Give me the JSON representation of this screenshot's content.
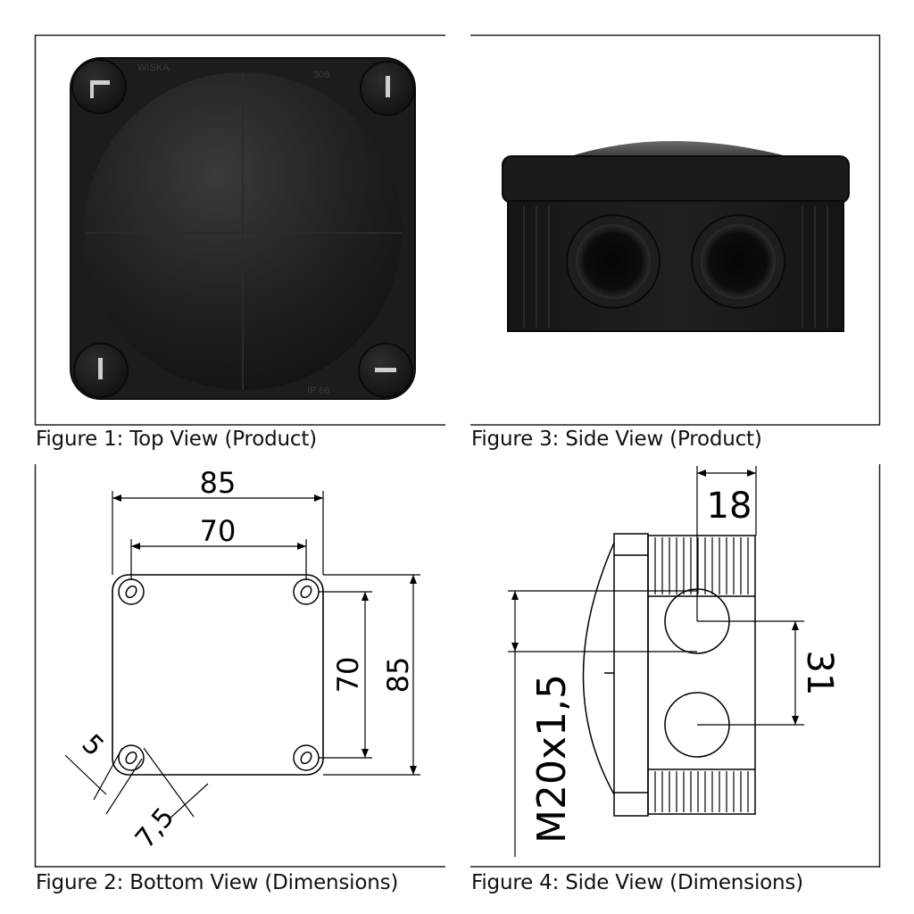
{
  "figures": {
    "fig1": {
      "caption": "Figure 1: Top View (Product)",
      "embossed": {
        "brand": "WISKA",
        "model": "308",
        "rating": "IP 66"
      }
    },
    "fig2": {
      "caption": "Figure 2: Bottom View (Dimensions)",
      "dims": {
        "outer_width": "85",
        "hole_width": "70",
        "hole_height": "70",
        "outer_height": "85",
        "hole_diameter": "5",
        "hole_offset": "7,5"
      }
    },
    "fig3": {
      "caption": "Figure 3: Side View (Product)"
    },
    "fig4": {
      "caption": "Figure 4: Side View (Dimensions)",
      "dims": {
        "entry_offset": "18",
        "entry_spacing": "31",
        "thread": "M20x1,5"
      }
    }
  }
}
